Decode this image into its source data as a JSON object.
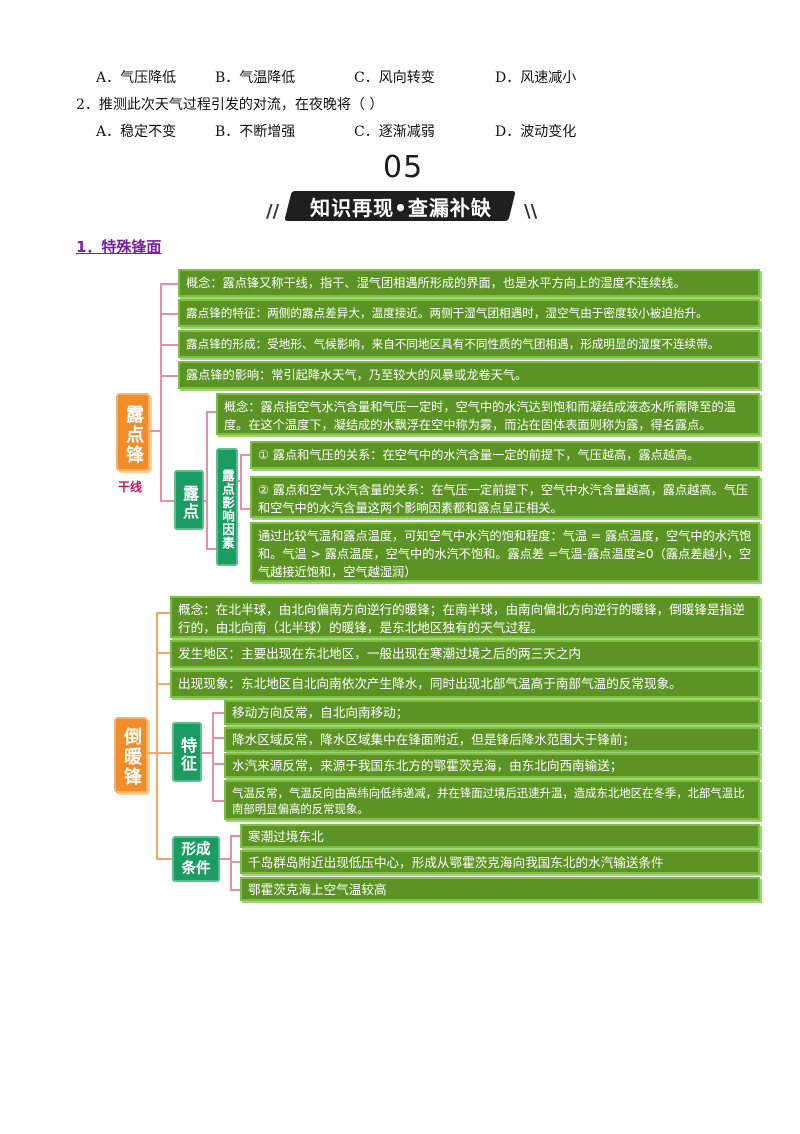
{
  "question1_options": {
    "a": "A．气压降低",
    "b": "B．气温降低",
    "c": "C．风向转变",
    "d": "D．风速减小"
  },
  "question2": {
    "stem": "2．推测此次天气过程引发的对流，在夜晚将（    ）",
    "a": "A．稳定不变",
    "b": "B．不断增强",
    "c": "C．逐渐减弱",
    "d": "D．波动变化"
  },
  "section": {
    "number": "05",
    "title": "知识再现•查漏补缺",
    "left_mark": "//",
    "right_mark": "\\\\"
  },
  "subsection_title": "1．特殊锋面",
  "dew_front": {
    "label": "露点锋",
    "dry_line": "干线",
    "concept": "概念：露点锋又称干线，指干、湿气团相遇所形成的界面，也是水平方向上的湿度不连续线。",
    "feature": "露点锋的特征：两侧的露点差异大，温度接近。两侧干湿气团相遇时，湿空气由于密度较小被迫抬升。",
    "formation": "露点锋的形成：受地形、气候影响，来自不同地区具有不同性质的气团相遇，形成明显的湿度不连续带。",
    "impact": "露点锋的影响：常引起降水天气，乃至较大的风暴或龙卷天气。",
    "dew_point": {
      "label": "露点",
      "concept": "概念：露点指空气水汽含量和气压一定时，空气中的水汽达到饱和而凝结成液态水所需降至的温度。在这个温度下，凝结成的水飘浮在空中称为雾，而沾在固体表面则称为露，得名露点。",
      "factors_label": "露点影响因素",
      "factor1": "① 露点和气压的关系：在空气中的水汽含量一定的前提下，气压越高，露点越高。",
      "factor2": "② 露点和空气水汽含量的关系：在气压一定前提下，空气中水汽含量越高，露点越高。气压和空气中的水汽含量这两个影响因素都和露点呈正相关。",
      "saturation": "通过比较气温和露点温度，可知空气中水汽的饱和程度：气温 = 露点温度，空气中的水汽饱和。气温 > 露点温度，空气中的水汽不饱和。露点差 =气温-露点温度≥0（露点差越小，空气越接近饱和，空气越湿润）"
    }
  },
  "back_warm_front": {
    "label": "倒暖锋",
    "concept": "概念：在北半球，由北向偏南方向逆行的暖锋；在南半球，由南向偏北方向逆行的暖锋，倒暖锋是指逆行的，由北向南（北半球）的暖锋，是东北地区独有的天气过程。",
    "region": "发生地区：主要出现在东北地区，一般出现在寒潮过境之后的两三天之内",
    "phenomenon": "出现现象：东北地区自北向南依次产生降水，同时出现北部气温高于南部气温的反常现象。",
    "features": {
      "label": "特征",
      "items": [
        "移动方向反常，自北向南移动；",
        "降水区域反常，降水区域集中在锋面附近，但是锋后降水范围大于锋前；",
        "水汽来源反常，来源于我国东北方的鄂霍茨克海，由东北向西南输送；",
        "气温反常，气温反向由高纬向低纬递减，并在锋面过境后迅速升温，造成东北地区在冬季，北部气温比南部明显偏高的反常现象。"
      ]
    },
    "conditions": {
      "label": "形成条件",
      "items": [
        "寒潮过境东北",
        "千岛群岛附近出现低压中心，形成从鄂霍茨克海向我国东北的水汽输送条件",
        "鄂霍茨克海上空气温较高"
      ]
    }
  }
}
